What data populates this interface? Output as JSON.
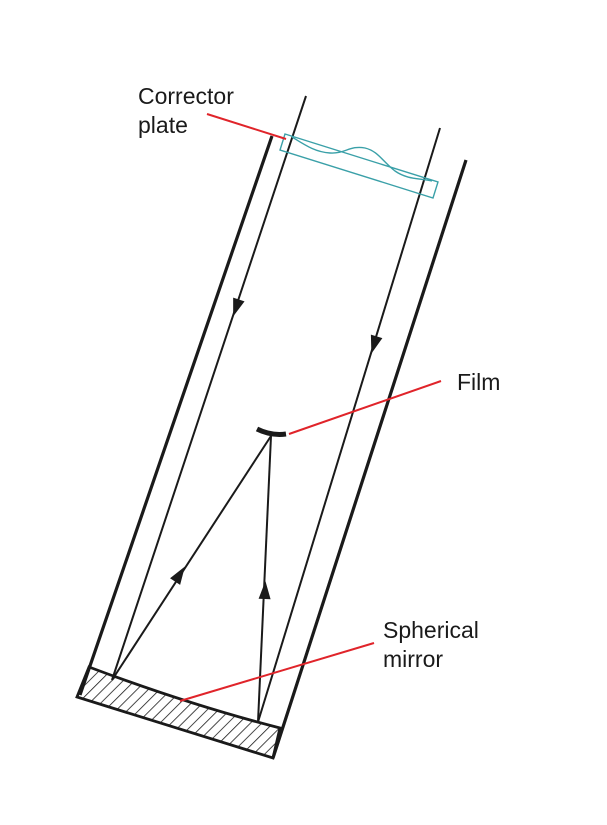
{
  "labels": {
    "corrector_line1": "Corrector",
    "corrector_line2": "plate",
    "film": "Film",
    "mirror_line1": "Spherical",
    "mirror_line2": "mirror"
  },
  "colors": {
    "structure": "#1a1a1a",
    "leader": "#e0242a",
    "corrector": "#3aa0a8"
  }
}
